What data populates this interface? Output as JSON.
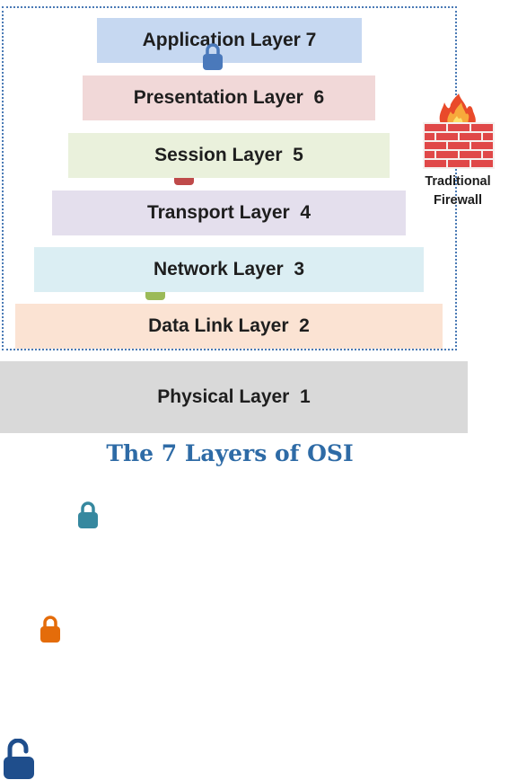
{
  "colors": {
    "frame": "#4a7ab5",
    "caption": "#2e6ba6"
  },
  "layers": [
    {
      "label": "Application Layer 7",
      "bg": "#c6d8f1",
      "lock": "#4a79bb",
      "lock_state": "closed"
    },
    {
      "label": "Presentation Layer  6",
      "bg": "#f1d8d8",
      "lock": "#bf4a4a",
      "lock_state": "closed"
    },
    {
      "label": "Session Layer  5",
      "bg": "#eaf1dc",
      "lock": "#9bba58",
      "lock_state": "closed"
    },
    {
      "label": "Transport Layer  4",
      "bg": "#e4dfed",
      "lock": "#7d62a3",
      "lock_state": "closed"
    },
    {
      "label": "Network Layer  3",
      "bg": "#dbeef3",
      "lock": "#36889f",
      "lock_state": "closed"
    },
    {
      "label": "Data Link Layer  2",
      "bg": "#fbe3d3",
      "lock": "#e46c0a",
      "lock_state": "closed"
    },
    {
      "label": "Physical Layer  1",
      "bg": "#d9d9d9",
      "lock": "#1f4e8c",
      "lock_state": "open"
    }
  ],
  "firewall": {
    "icon": "brick-wall-fire-icon",
    "label_line1": "Traditional",
    "label_line2": "Firewall"
  },
  "caption": "The 7 Layers of OSI"
}
